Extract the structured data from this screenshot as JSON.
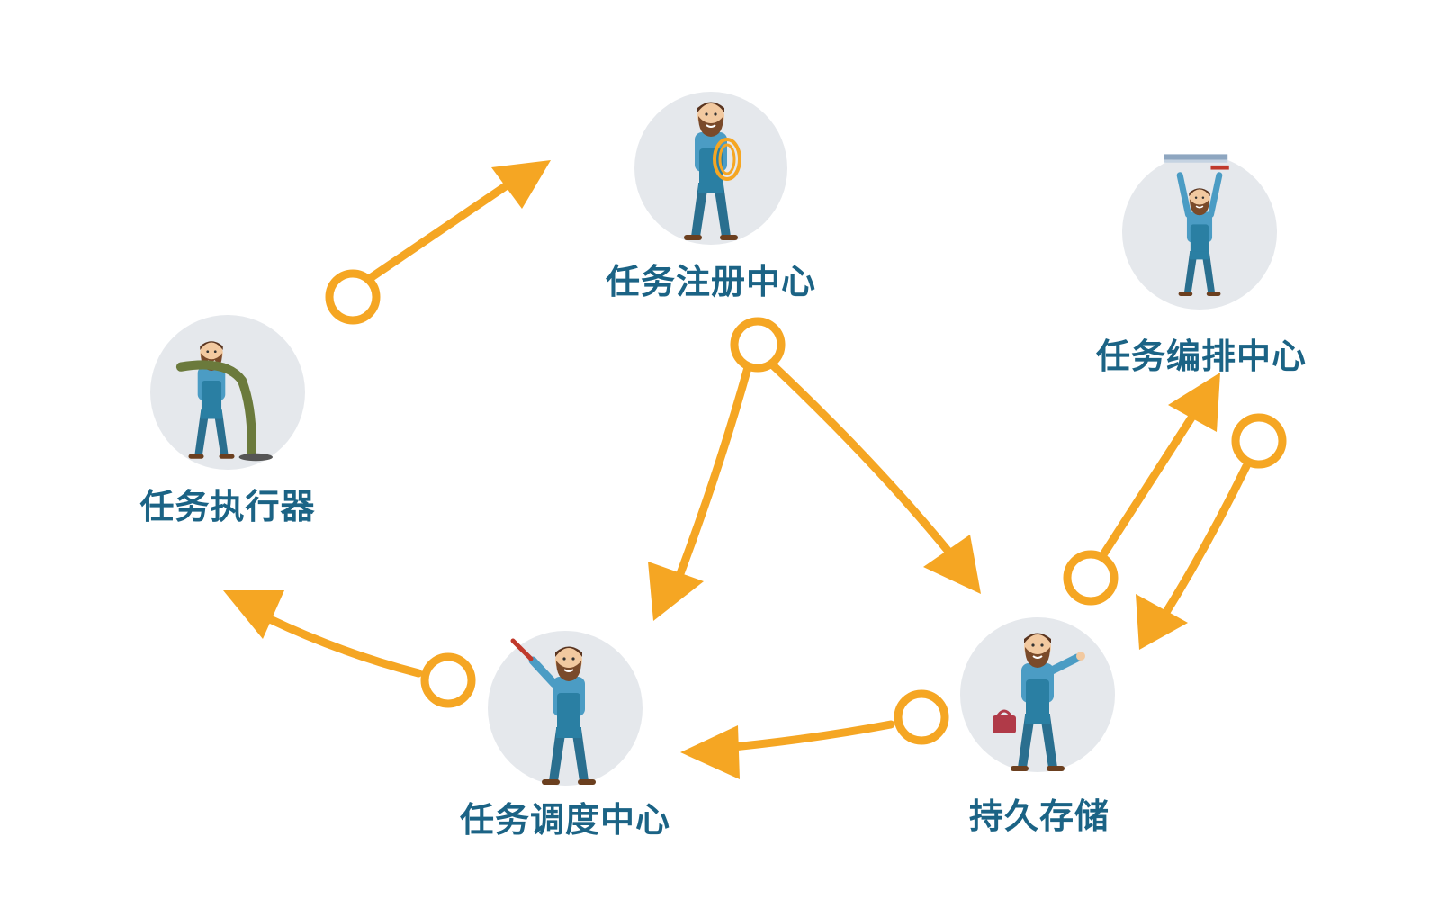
{
  "nodes": {
    "registry": {
      "label": "任务注册中心",
      "icon": "worker-with-rope-icon"
    },
    "orchestration": {
      "label": "任务编排中心",
      "icon": "worker-fixing-pipe-icon"
    },
    "executor": {
      "label": "任务执行器",
      "icon": "worker-with-hose-icon"
    },
    "scheduler": {
      "label": "任务调度中心",
      "icon": "worker-with-wrench-icon"
    },
    "storage": {
      "label": "持久存储",
      "icon": "worker-with-toolbox-icon"
    }
  },
  "edges": [
    {
      "from": "executor",
      "to": "registry"
    },
    {
      "from": "registry",
      "to": "scheduler"
    },
    {
      "from": "registry",
      "to": "storage"
    },
    {
      "from": "storage",
      "to": "orchestration"
    },
    {
      "from": "orchestration",
      "to": "storage"
    },
    {
      "from": "storage",
      "to": "scheduler"
    },
    {
      "from": "scheduler",
      "to": "executor"
    }
  ],
  "colors": {
    "arrow": "#f5a623",
    "label": "#1b6385",
    "circle_bg": "#e5e8ec",
    "skin": "#f2c9a0",
    "beard": "#7a4a2a",
    "overalls": "#2a7fa3",
    "shirt": "#4b9cc4"
  }
}
